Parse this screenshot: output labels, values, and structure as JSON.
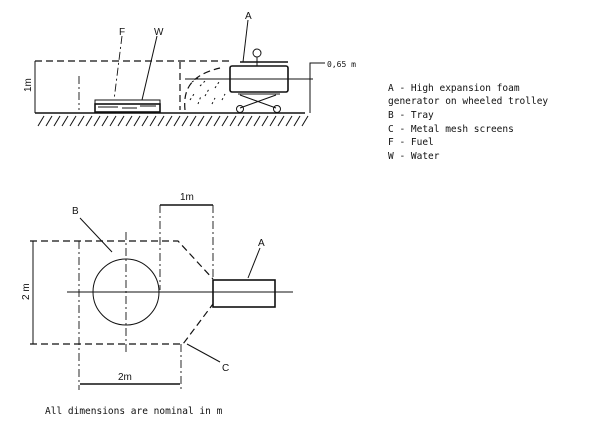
{
  "elevation": {
    "labels": {
      "a": "A",
      "f": "F",
      "w": "W"
    },
    "height_dim": "1m",
    "generator_height_dim": "0,65 m"
  },
  "plan": {
    "labels": {
      "a": "A",
      "b": "B",
      "c": "C"
    },
    "width_dim": "2 m",
    "length_dim": "2m",
    "offset_dim": "1m"
  },
  "legend": [
    "A - High expansion foam",
    "generator on wheeled trolley",
    "B - Tray",
    "C - Metal mesh screens",
    "F - Fuel",
    "W - Water"
  ],
  "caption": "All dimensions are nominal in m"
}
